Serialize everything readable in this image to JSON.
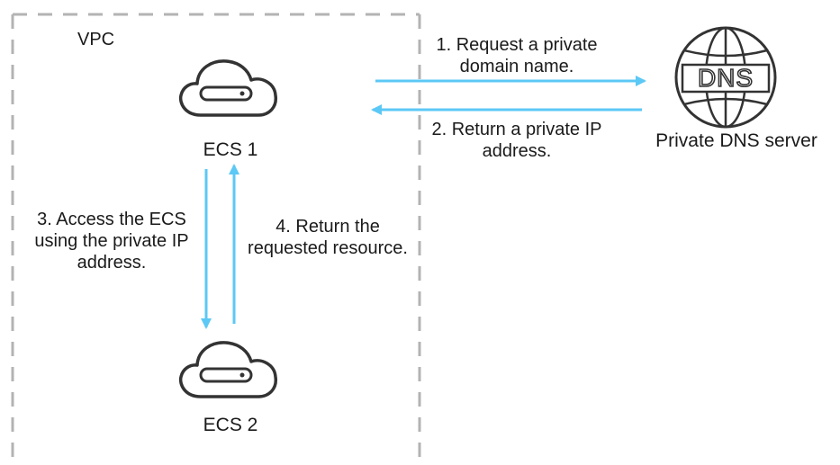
{
  "diagram": {
    "colors": {
      "arrow": "#5cc8f5",
      "icon_stroke": "#333333",
      "boundary": "#b3b3b3",
      "text": "#1a1a1a"
    },
    "vpc": {
      "label": "VPC"
    },
    "nodes": {
      "ecs1": {
        "label": "ECS 1",
        "icon": "cloud-server-icon"
      },
      "ecs2": {
        "label": "ECS 2",
        "icon": "cloud-server-icon"
      },
      "dns": {
        "label": "Private DNS server",
        "icon": "dns-globe-icon",
        "icon_text": "DNS"
      }
    },
    "steps": {
      "step1": {
        "line1": "1. Request a private",
        "line2": "domain name."
      },
      "step2": {
        "line1": "2. Return a private IP",
        "line2": "address."
      },
      "step3": {
        "line1": "3. Access the ECS",
        "line2": "using the private IP",
        "line3": "address."
      },
      "step4": {
        "line1": "4. Return the",
        "line2": "requested resource."
      }
    }
  }
}
